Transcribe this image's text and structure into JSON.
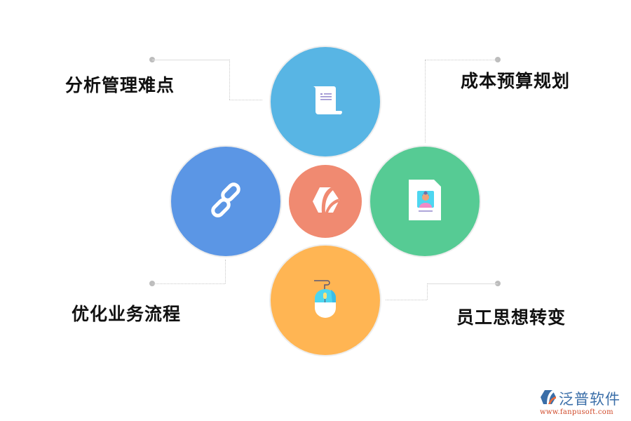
{
  "diagram": {
    "center": {
      "icon": "fanpu-logo-icon",
      "color": "#F08A71"
    },
    "nodes": [
      {
        "id": "top",
        "label": "分析管理难点",
        "icon": "scroll-document-icon",
        "color": "#58B5E4"
      },
      {
        "id": "right",
        "label": "成本预算规划",
        "icon": "profile-card-icon",
        "color": "#56CB94"
      },
      {
        "id": "left",
        "label": "优化业务流程",
        "icon": "chain-link-icon",
        "color": "#5B96E5"
      },
      {
        "id": "bottom",
        "label": "员工思想转变",
        "icon": "computer-mouse-icon",
        "color": "#FFB553"
      }
    ]
  },
  "watermark": {
    "brand": "泛普软件",
    "url": "www.fanpusoft.com"
  }
}
